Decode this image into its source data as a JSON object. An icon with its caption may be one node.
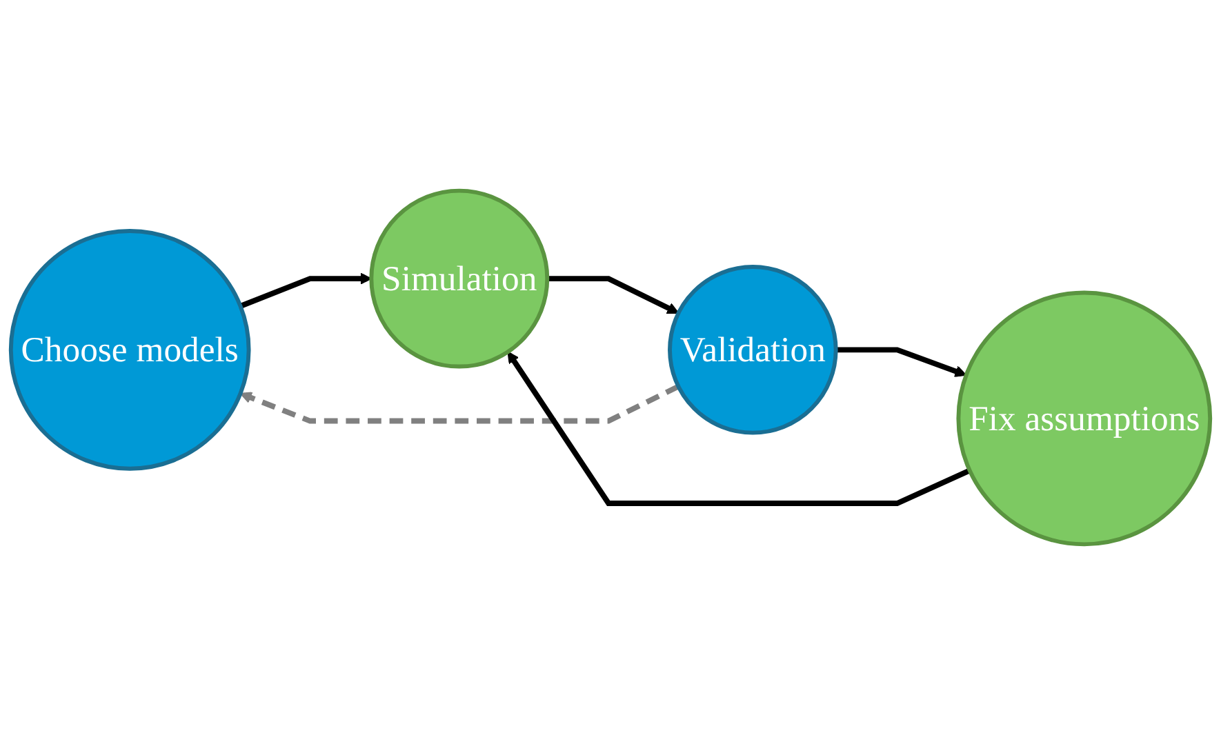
{
  "diagram": {
    "nodes": [
      {
        "text": [
          "Choose models"
        ]
      },
      {
        "text": [
          "Validation"
        ]
      },
      {
        "text": [
          "Simulation"
        ]
      },
      {
        "text": [
          "Fix assumptions"
        ]
      }
    ],
    "edges": [
      {
        "from": 1,
        "to": 0,
        "arrow": "to",
        "style": "dashed",
        "color": "#808080"
      },
      {
        "from": 0,
        "to": 2,
        "arrow": "to"
      },
      {
        "from": 2,
        "to": 1,
        "arrow": "to"
      },
      {
        "from": 1,
        "to": 3,
        "arrow": "to"
      },
      {
        "from": 3,
        "to": 2,
        "arrow": "to"
      }
    ]
  }
}
